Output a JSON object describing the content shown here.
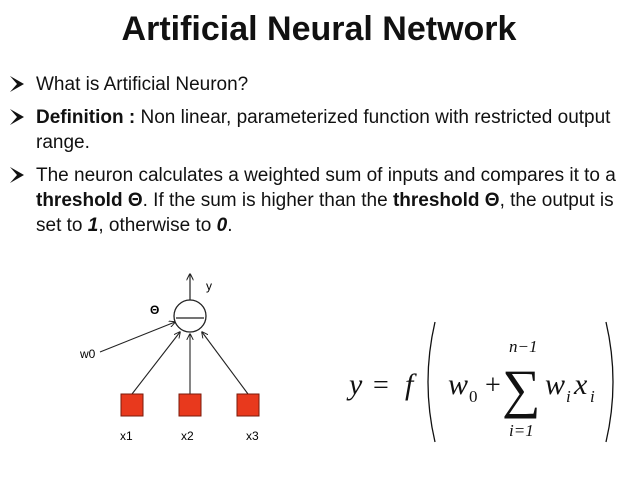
{
  "slide": {
    "title": "Artificial Neural Network",
    "bullet1": "What is Artificial Neuron?",
    "bullet2": {
      "label": "Definition :",
      "text": " Non linear, parameterized function with restricted output range."
    },
    "bullet3": {
      "t1": "The neuron calculates a weighted sum of inputs and compares it to a ",
      "k1": "threshold Θ",
      "t2": ". If the sum is higher than the ",
      "k2": "threshold Θ",
      "t3": ", the output is set to ",
      "v1": "1",
      "t4": ", otherwise to ",
      "v2": "0",
      "t5": "."
    }
  },
  "diagram": {
    "output_label": "y",
    "threshold_label": "Θ",
    "bias_label": "w0",
    "inputs": [
      "x1",
      "x2",
      "x3"
    ],
    "input_color": "#e8391d"
  },
  "formula": {
    "lhs": "y",
    "eq": "=",
    "f": "f",
    "w": "w",
    "w_sub": "0",
    "plus": "+",
    "sum": "∑",
    "upper": "n−1",
    "lower": "i=1",
    "wi": "w",
    "wi_sub": "i",
    "xi": "x",
    "xi_sub": "i"
  }
}
